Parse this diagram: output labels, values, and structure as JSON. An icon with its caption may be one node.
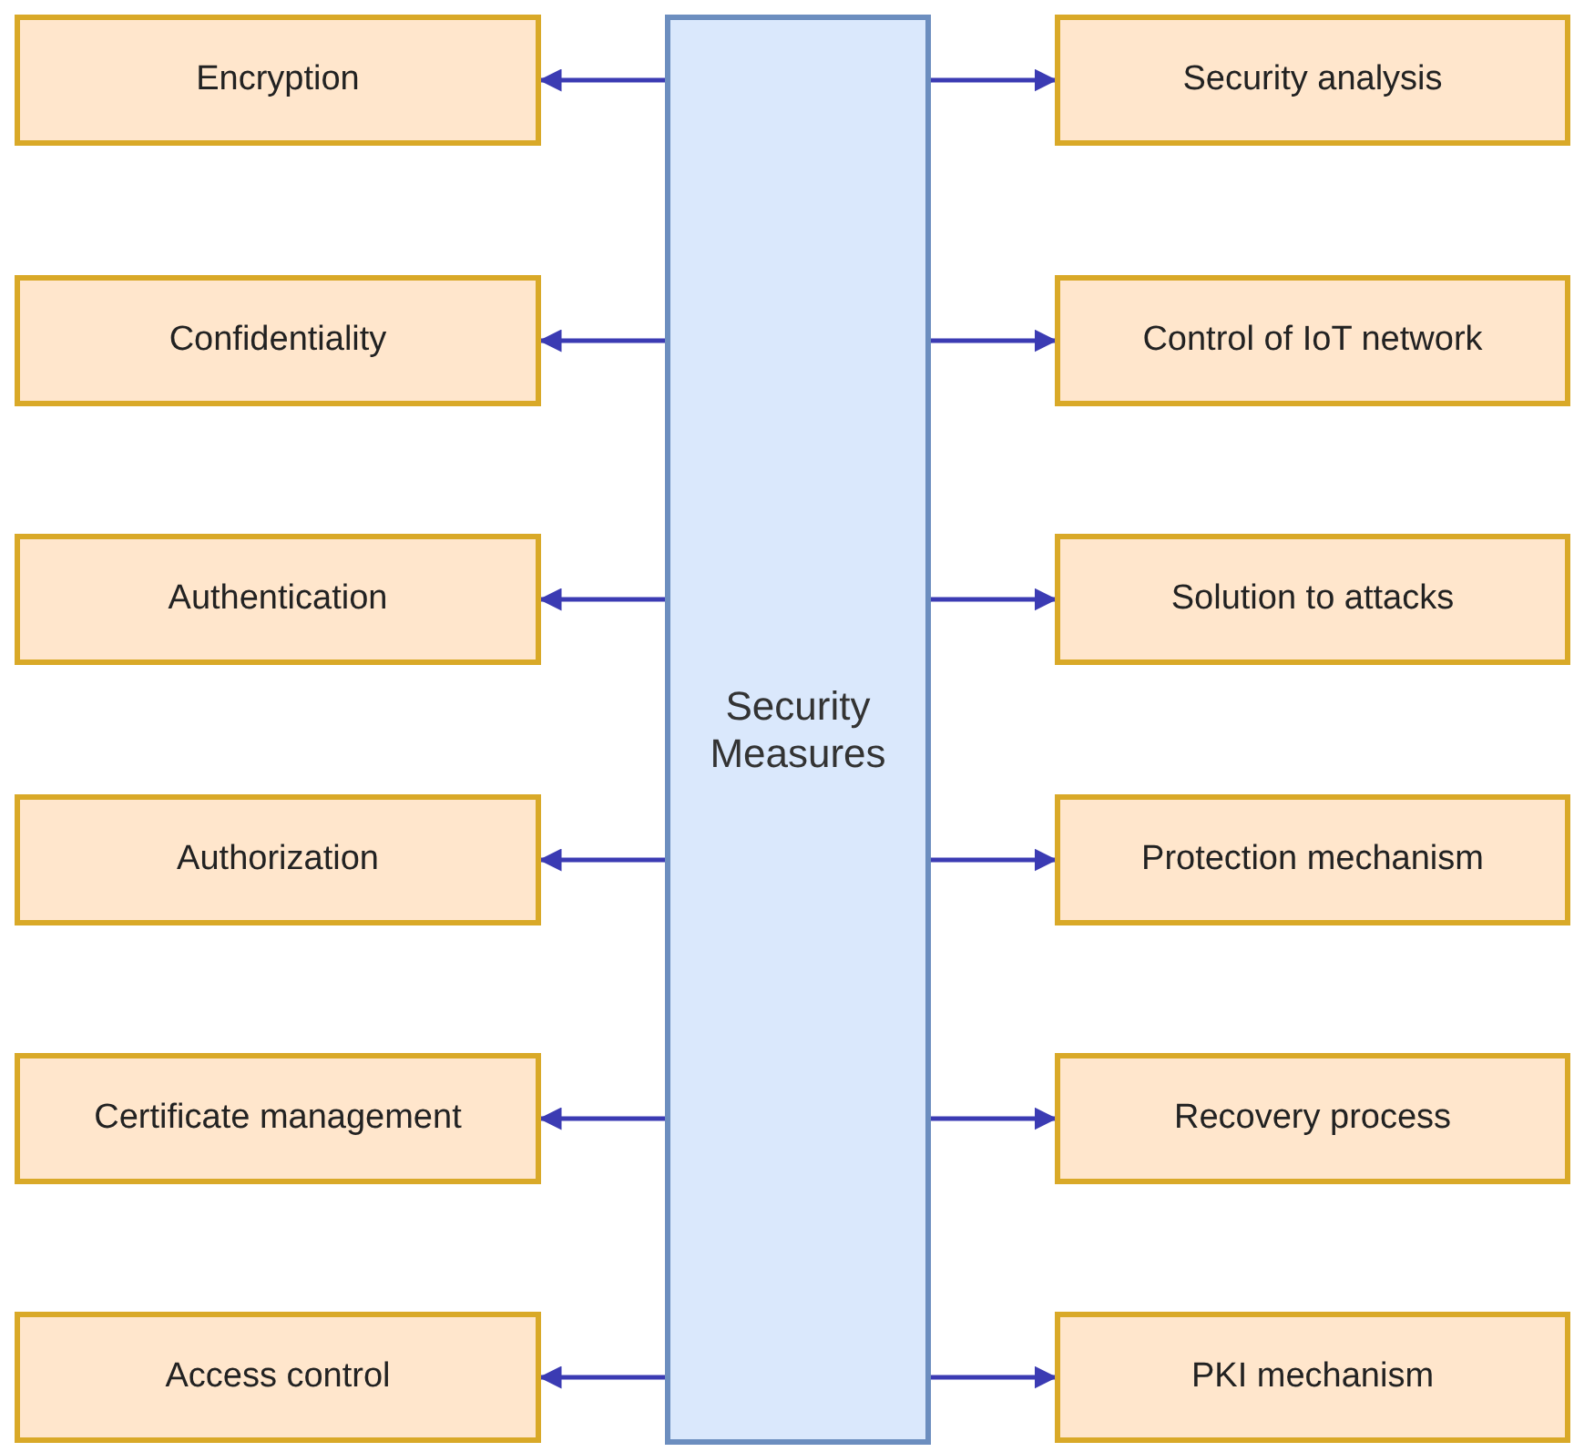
{
  "diagram": {
    "nodes": [
      {
        "text": [
          "Security Measures"
        ]
      },
      {
        "text": [
          "Encryption"
        ]
      },
      {
        "text": [
          "Confidentiality"
        ]
      },
      {
        "text": [
          "Authentication"
        ]
      },
      {
        "text": [
          "Authorization"
        ]
      },
      {
        "text": [
          "Certificate management"
        ]
      },
      {
        "text": [
          "Access control"
        ]
      },
      {
        "text": [
          "Security analysis"
        ]
      },
      {
        "text": [
          "Control of IoT network"
        ]
      },
      {
        "text": [
          "Solution to attacks"
        ]
      },
      {
        "text": [
          "Protection mechanism"
        ]
      },
      {
        "text": [
          "Recovery process"
        ]
      },
      {
        "text": [
          "PKI mechanism"
        ]
      }
    ],
    "edges": [
      {
        "from": 0,
        "to": 1,
        "arrow": "to"
      },
      {
        "from": 0,
        "to": 2,
        "arrow": "to"
      },
      {
        "from": 0,
        "to": 3,
        "arrow": "to"
      },
      {
        "from": 0,
        "to": 4,
        "arrow": "to"
      },
      {
        "from": 0,
        "to": 5,
        "arrow": "to"
      },
      {
        "from": 0,
        "to": 6,
        "arrow": "to"
      },
      {
        "from": 0,
        "to": 7,
        "arrow": "to"
      },
      {
        "from": 0,
        "to": 8,
        "arrow": "to"
      },
      {
        "from": 0,
        "to": 9,
        "arrow": "to"
      },
      {
        "from": 0,
        "to": 10,
        "arrow": "to"
      },
      {
        "from": 0,
        "to": 11,
        "arrow": "to"
      },
      {
        "from": 0,
        "to": 12,
        "arrow": "to"
      }
    ]
  }
}
